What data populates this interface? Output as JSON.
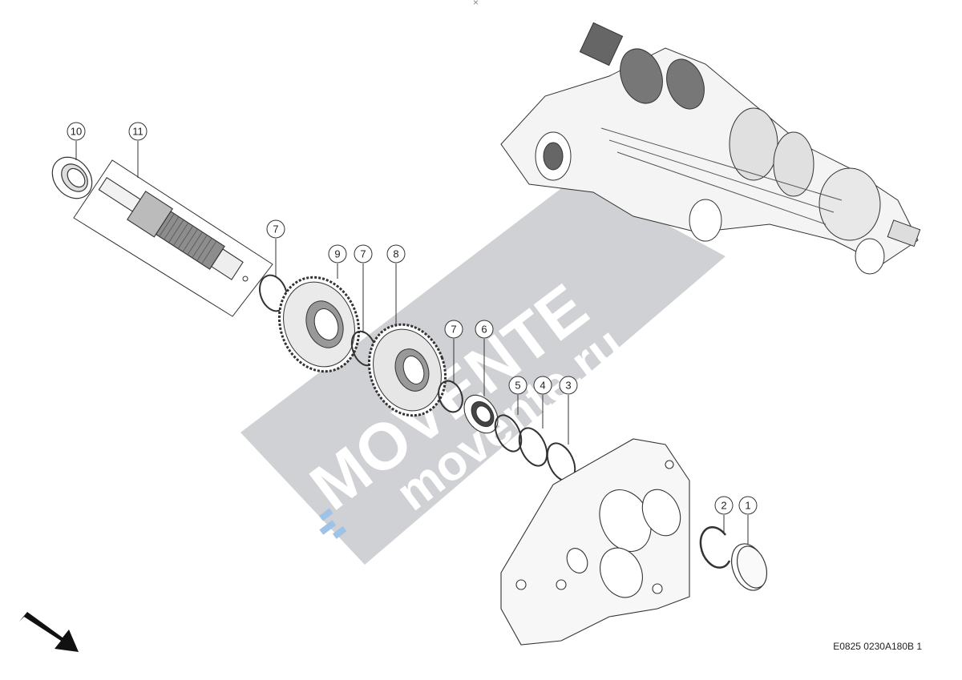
{
  "callouts": [
    {
      "id": "10",
      "label": "10"
    },
    {
      "id": "11",
      "label": "11"
    },
    {
      "id": "7a",
      "label": "7"
    },
    {
      "id": "9",
      "label": "9"
    },
    {
      "id": "7b",
      "label": "7"
    },
    {
      "id": "8",
      "label": "8"
    },
    {
      "id": "7c",
      "label": "7"
    },
    {
      "id": "6",
      "label": "6"
    },
    {
      "id": "5",
      "label": "5"
    },
    {
      "id": "4",
      "label": "4"
    },
    {
      "id": "3",
      "label": "3"
    },
    {
      "id": "2",
      "label": "2"
    },
    {
      "id": "1",
      "label": "1"
    }
  ],
  "drawing_code": "E0825 0230A180B 1",
  "close_glyph": "×",
  "watermark": {
    "brand": "MOVENTE",
    "domain": "movente.ru"
  },
  "colors": {
    "line": "#333333",
    "watermark": "#cfd0d3",
    "watermark_logo": "#9fc3e6"
  }
}
